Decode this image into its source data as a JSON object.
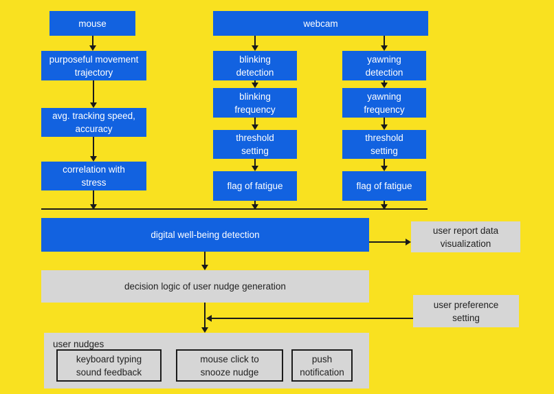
{
  "colors": {
    "background": "#F9E120",
    "node_blue": "#1262E0",
    "node_gray": "#D6D6D6",
    "line_black": "#1A1A1A",
    "text_on_blue": "#FFFFFF",
    "text_on_gray": "#1F1F1F"
  },
  "diagram": {
    "sources": {
      "mouse": "mouse",
      "webcam": "webcam"
    },
    "mouse_branch": {
      "purposeful_movement": "purposeful movement\ntrajectory",
      "tracking_speed": "avg. tracking speed,\naccuracy",
      "correlation_stress": "correlation with\nstress"
    },
    "blinking_branch": {
      "detection": "blinking\ndetection",
      "frequency": "blinking\nfrequency",
      "threshold": "threshold\nsetting",
      "flag": "flag of fatigue"
    },
    "yawning_branch": {
      "detection": "yawning\ndetection",
      "frequency": "yawning\nfrequency",
      "threshold": "threshold\nsetting",
      "flag": "flag of fatigue"
    },
    "wellbeing_detection": "digital well-being detection",
    "report_visualization": "user report data\nvisualization",
    "decision_logic": "decision logic of user nudge generation",
    "preference_setting": "user preference\nsetting",
    "nudges": {
      "title": "user nudges",
      "keyboard_feedback": "keyboard typing\nsound feedback",
      "snooze_nudge": "mouse click to\nsnooze nudge",
      "push_notification": "push\nnotification"
    }
  }
}
